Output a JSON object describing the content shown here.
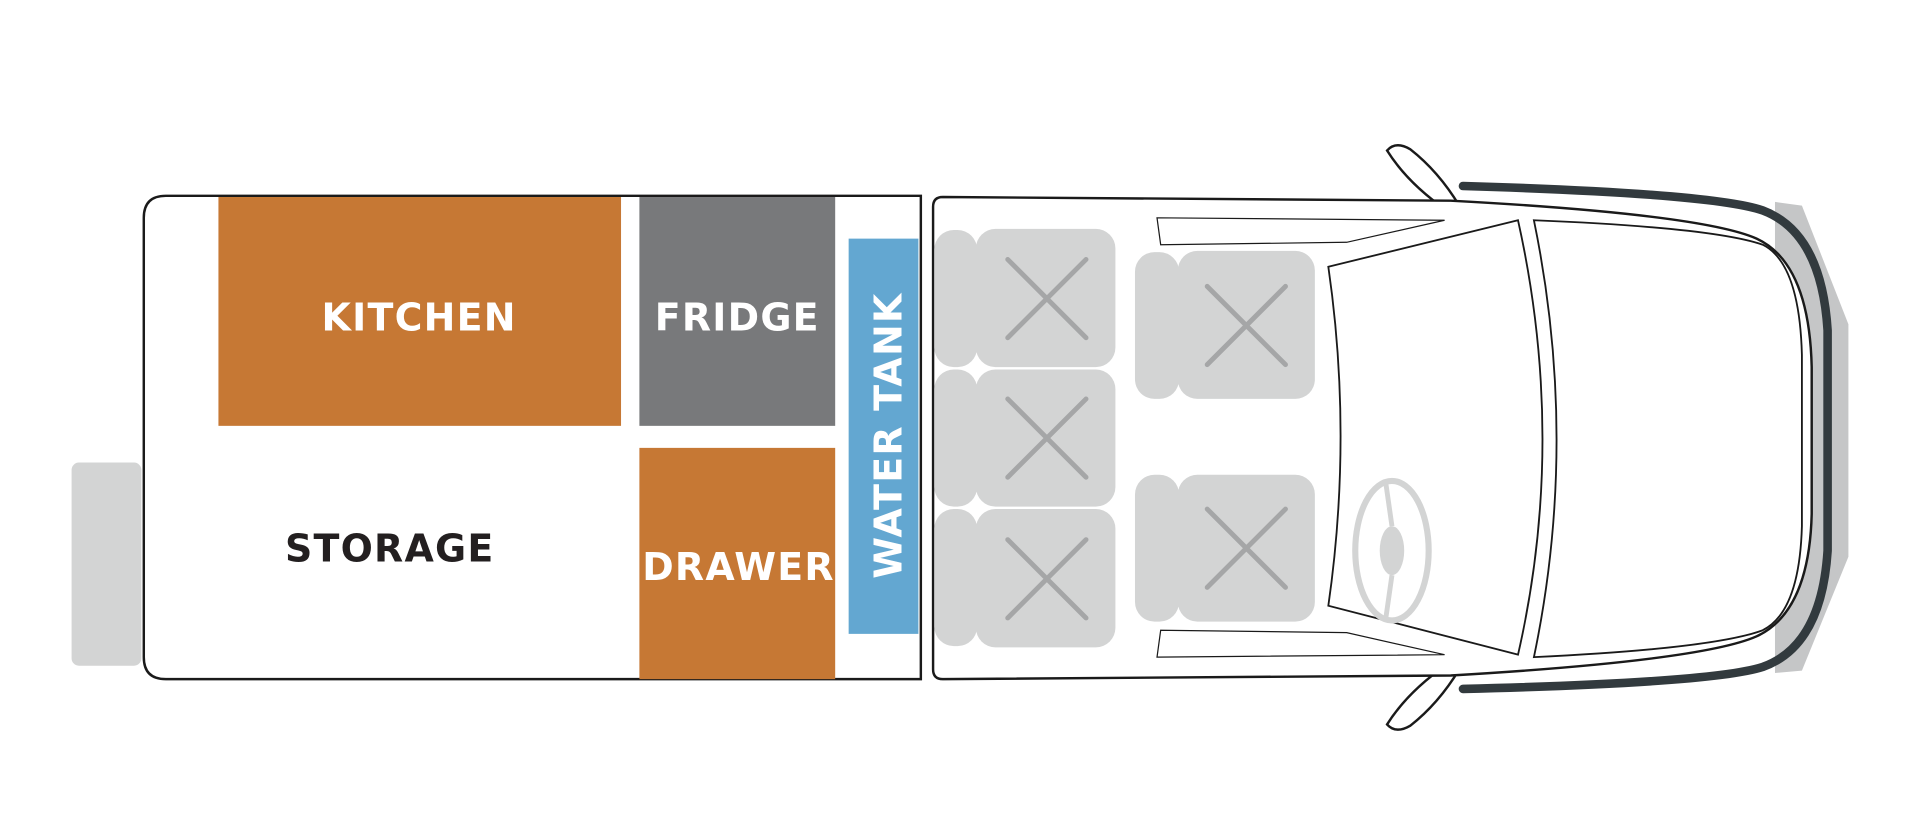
{
  "title": "Van floor plan",
  "zones": {
    "kitchen": "KITCHEN",
    "fridge": "FRIDGE",
    "drawer": "DRAWER",
    "water_tank": "WATER TANK",
    "storage": "STORAGE"
  },
  "colors": {
    "kitchen": "#c67834",
    "drawer": "#c67834",
    "fridge": "#78797b",
    "water_tank": "#63a7d1",
    "seat": "#d3d4d4",
    "seat_cross": "#a5a6a7",
    "bumper": "#323a3e",
    "outline": "#1a1a1a"
  }
}
